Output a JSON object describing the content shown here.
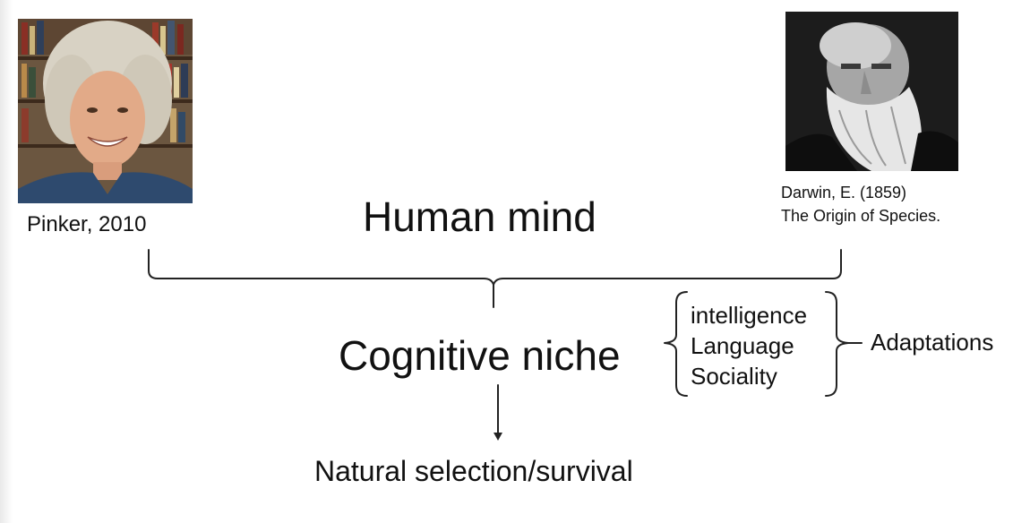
{
  "left_portrait": {
    "caption": "Pinker, 2010"
  },
  "right_portrait": {
    "caption_line1": "Darwin, E. (1859)",
    "caption_line2": "The Origin of Species."
  },
  "diagram": {
    "top_label": "Human mind",
    "center_label": "Cognitive niche",
    "bottom_label": "Natural selection/survival",
    "adaptations_list": [
      "intelligence",
      "Language",
      "Sociality"
    ],
    "adaptations_label": "Adaptations"
  },
  "colors": {
    "text": "#111111",
    "lines": "#222222",
    "background": "#ffffff"
  }
}
